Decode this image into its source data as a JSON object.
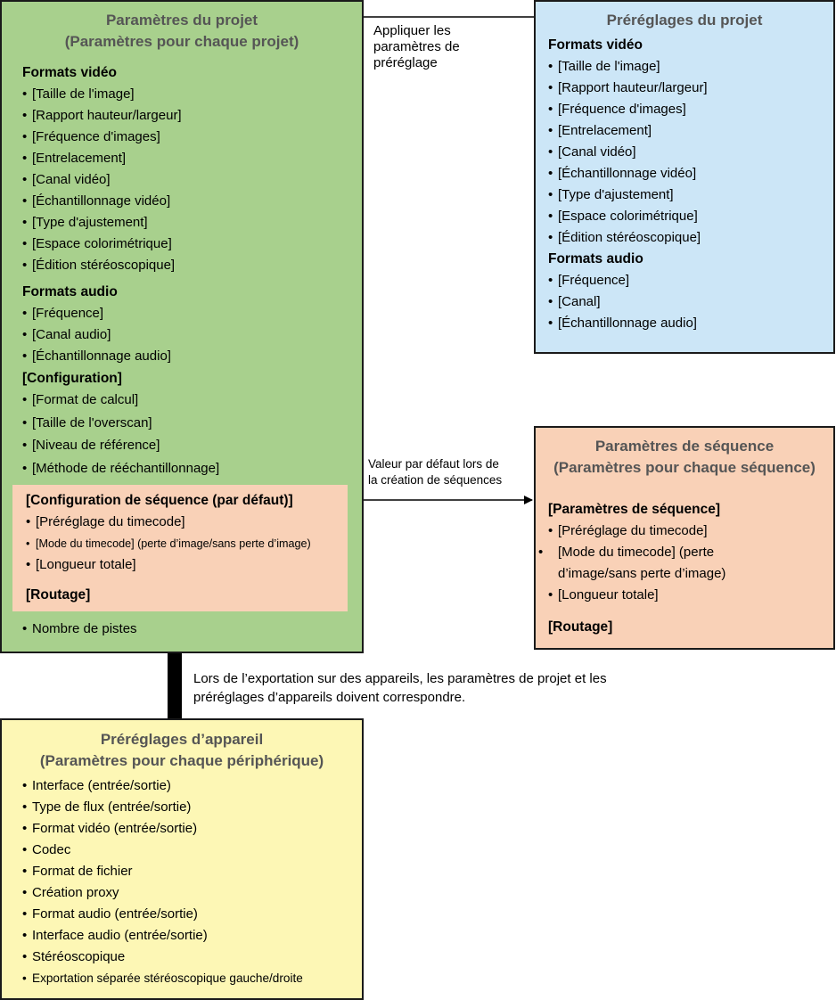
{
  "project_settings": {
    "title_line1": "Paramètres du projet",
    "title_line2": "(Paramètres pour chaque projet)",
    "video_formats_heading": "Formats vidéo",
    "video_items": [
      "[Taille de l'image]",
      "[Rapport hauteur/largeur]",
      "[Fréquence d'images]",
      "[Entrelacement]",
      "[Canal vidéo]",
      "[Échantillonnage vidéo]",
      "[Type d'ajustement]",
      "[Espace colorimétrique]",
      "[Édition stéréoscopique]"
    ],
    "audio_formats_heading": "Formats audio",
    "audio_items": [
      "[Fréquence]",
      "[Canal audio]",
      "[Échantillonnage audio]"
    ],
    "configuration_heading": "[Configuration]",
    "configuration_items": [
      "[Format de calcul]",
      "[Taille de l'overscan]",
      "[Niveau de référence]",
      "[Méthode de rééchantillonnage]"
    ],
    "sequence_default": {
      "heading": "[Configuration de séquence (par défaut)]",
      "items": [
        "[Préréglage du timecode]",
        "[Mode du timecode] (perte d’image/sans perte d’image)",
        "[Longueur totale]"
      ],
      "routing": "[Routage]"
    },
    "track_count": "Nombre de pistes"
  },
  "project_presets": {
    "title": "Préréglages du projet",
    "video_formats_heading": "Formats vidéo",
    "video_items": [
      "[Taille de l'image]",
      "[Rapport hauteur/largeur]",
      "[Fréquence d'images]",
      "[Entrelacement]",
      "[Canal vidéo]",
      "[Échantillonnage vidéo]",
      "[Type d'ajustement]",
      "[Espace colorimétrique]",
      "[Édition stéréoscopique]"
    ],
    "audio_formats_heading": "Formats audio",
    "audio_items": [
      "[Fréquence]",
      "[Canal]",
      "[Échantillonnage audio]"
    ]
  },
  "sequence_settings": {
    "title_line1": "Paramètres de séquence",
    "title_line2": "(Paramètres pour chaque séquence)",
    "heading": "[Paramètres de séquence]",
    "items": [
      "[Préréglage du timecode]",
      "[Mode du timecode] (perte d’image/sans perte d’image)",
      "[Longueur totale]"
    ],
    "routing": "[Routage]"
  },
  "device_presets": {
    "title_line1": "Préréglages d’appareil",
    "title_line2": "(Paramètres pour chaque périphérique)",
    "items": [
      "Interface (entrée/sortie)",
      "Type de flux (entrée/sortie)",
      "Format vidéo (entrée/sortie)",
      "Codec",
      "Format de fichier",
      "Création proxy",
      "Format audio (entrée/sortie)",
      "Interface audio (entrée/sortie)",
      "Stéréoscopique",
      "Exportation séparée stéréoscopique gauche/droite"
    ]
  },
  "connectors": {
    "apply_presets": [
      "Appliquer les",
      "paramètres de",
      "préréglage"
    ],
    "default_on_creation": [
      "Valeur par défaut lors de",
      "la création de séquences"
    ],
    "export_note": [
      "Lors de l’exportation sur des appareils, les paramètres de projet et les",
      "préréglages d’appareils doivent correspondre."
    ]
  },
  "colors": {
    "project": "#a8d08d",
    "presets": "#cce6f7",
    "sequence": "#f9d1b7",
    "device": "#fdf7b5",
    "title_text": "#555555"
  }
}
